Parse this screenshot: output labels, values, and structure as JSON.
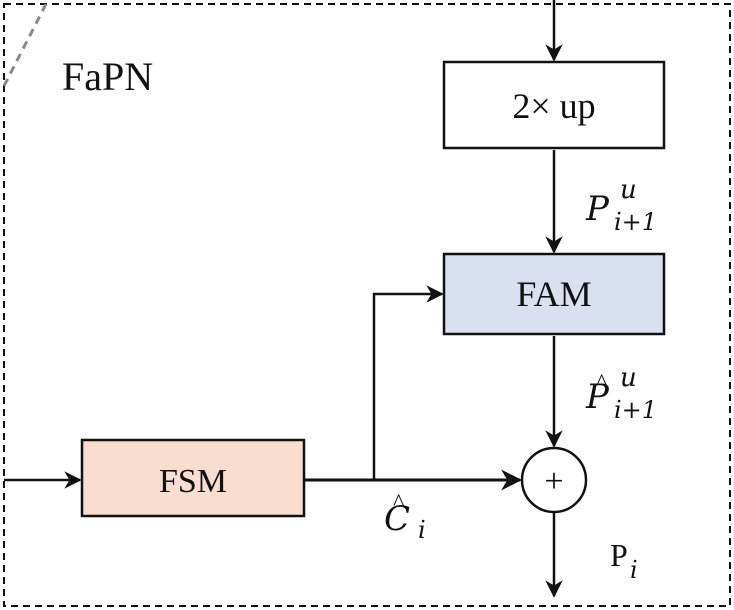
{
  "title": "FaPN",
  "nodes": {
    "up": {
      "label": "2× up",
      "fill": "#ffffff"
    },
    "fam": {
      "label": "FAM",
      "fill": "#d9e1f0"
    },
    "fsm": {
      "label": "FSM",
      "fill": "#f9ddd0"
    },
    "sum": {
      "label": "+"
    }
  },
  "edge_labels": {
    "p_up": {
      "base": "P",
      "sup": "u",
      "sub": "i+1"
    },
    "p_hat": {
      "base": "P",
      "sup": "u",
      "sub": "i+1",
      "hat": "^"
    },
    "c_hat": {
      "base": "C",
      "sub": "i",
      "hat": "^"
    },
    "p_out": {
      "base": "P",
      "sub": "i"
    }
  },
  "colors": {
    "border": "#1a1a1a",
    "dashed_accent": "#8a8a8a"
  }
}
